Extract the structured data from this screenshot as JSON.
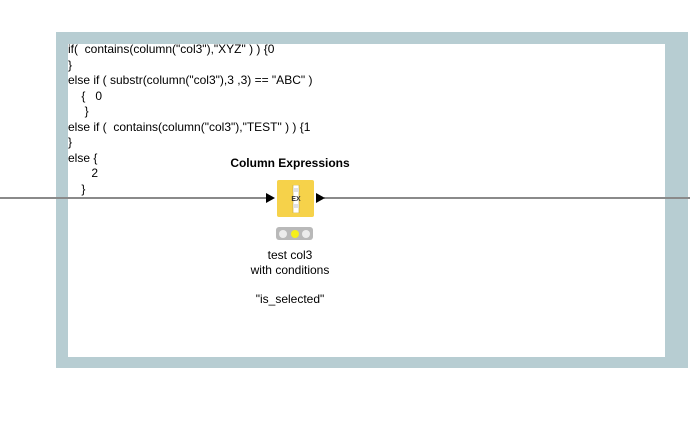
{
  "workflow": {
    "annotation_code": "if(  contains(column(\"col3\"),\"XYZ\" ) ) {0\n}\nelse if ( substr(column(\"col3\"),3 ,3) == \"ABC\" )\n    {   0\n     }\nelse if (  contains(column(\"col3\"),\"TEST\" ) ) {1\n}\nelse {\n       2\n    }",
    "annotation_border_color": "#b7cdd2"
  },
  "node": {
    "title": "Column Expressions",
    "icon": "column-expressions-icon",
    "icon_text": "EX",
    "label": "test col3\nwith conditions\n\n\"is_selected\"",
    "body_color": "#f6d24a",
    "status": {
      "red": "off",
      "yellow": "on",
      "green": "off"
    }
  }
}
